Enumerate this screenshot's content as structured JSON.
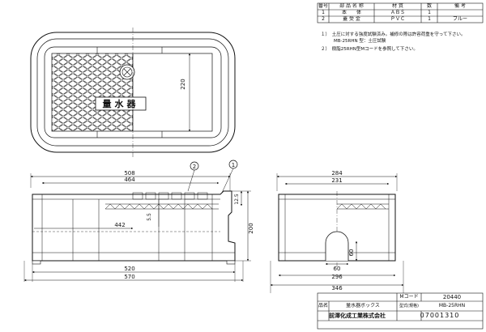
{
  "parts_table": {
    "headers": [
      "番号",
      "部 品 名 称",
      "材 質",
      "数",
      "備 考"
    ],
    "rows": [
      [
        "1",
        "本　　体",
        "ＡＢＳ",
        "1",
        ""
      ],
      [
        "2",
        "蓋 受 金",
        "ＰＶＣ",
        "1",
        "ブルー"
      ]
    ]
  },
  "notes": {
    "note1": "１）　土圧に対する強度試験済み。補修の際は許容荷重を守って下さい。",
    "note1b": "MB-25RHN 型：土圧試験",
    "note2": "２）　樹脂25RHN型Mコードを参照して下さい。"
  },
  "drawing": {
    "lid_label": "量水器",
    "dims": {
      "d220": "220",
      "d508": "508",
      "d464": "464",
      "d442": "442",
      "d520": "520",
      "d570": "570",
      "d55": "5.5",
      "d125": "12.5",
      "d200": "200",
      "d284": "284",
      "d231": "231",
      "d296": "296",
      "d346": "346",
      "d60a": "60",
      "d60b": "60"
    },
    "balloons": [
      "2",
      "1"
    ]
  },
  "title_block": {
    "mcode_label": "Mコード",
    "mcode_value": "20440",
    "name_label": "品名",
    "name_value": "量水器ボックス",
    "model_label": "型式(規格)",
    "model_value": "MB-25RHN",
    "company": "前澤化成工業株式会社",
    "doc_number": "07001310"
  }
}
